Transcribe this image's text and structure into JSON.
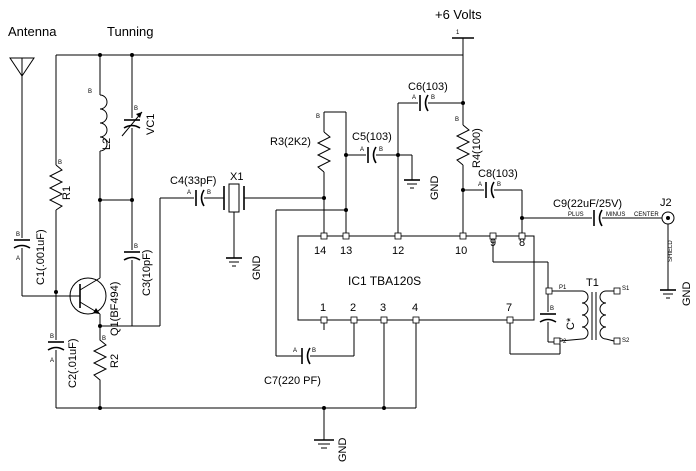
{
  "labels": {
    "antenna": "Antenna",
    "tuning": "Tunning",
    "supply": "+6 Volts",
    "r1": "R1",
    "c1": "C1(.001uF)",
    "l2": "L2",
    "vc1": "VC1",
    "c3": "C3(10pF)",
    "q1": "Q1(BF494)",
    "c2": "C2(.01uF)",
    "r2": "R2",
    "c4": "C4(33pF)",
    "x1": "X1",
    "gnd": "GND",
    "r3": "R3(2K2)",
    "c5": "C5(103)",
    "c6": "C6(103)",
    "r4": "R4(100)",
    "c8": "C8(103)",
    "c9": "C9(22uF/25V)",
    "j2": "J2",
    "plus": "PLUS",
    "minus": "MINUS",
    "center": "CENTER",
    "shield": "SHIELD",
    "t1": "T1",
    "cx": "C*",
    "p1": "P1",
    "p2": "P2",
    "s1": "S1",
    "s2": "S2",
    "c7": "C7(220 PF)",
    "ic": "IC1  TBA120S",
    "pin_a": "A",
    "pin_b": "B",
    "pin_1": "1"
  },
  "ic_pins": {
    "p14": "14",
    "p13": "13",
    "p12": "12",
    "p10": "10",
    "p9": "9",
    "p8": "8",
    "p1": "1",
    "p2": "2",
    "p3": "3",
    "p4": "4",
    "p7": "7"
  }
}
